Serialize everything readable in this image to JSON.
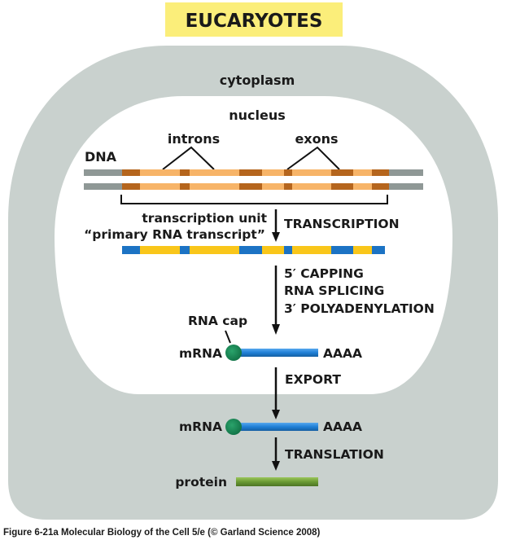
{
  "title": "EUCARYOTES",
  "compartments": {
    "cytoplasm": "cytoplasm",
    "nucleus": "nucleus"
  },
  "dna": {
    "label": "DNA",
    "introns_label": "introns",
    "exons_label": "exons",
    "transcription_unit_label": "transcription unit"
  },
  "steps": {
    "transcription": "TRANSCRIPTION",
    "processing": [
      "5′ CAPPING",
      "RNA SPLICING",
      "3′ POLYADENYLATION"
    ],
    "export": "EXPORT",
    "translation": "TRANSLATION"
  },
  "products": {
    "primary_transcript": "“primary RNA transcript”",
    "rna_cap": "RNA cap",
    "mrna_nuclear": "mRNA",
    "polya_nuclear": "AAAA",
    "mrna_cytoplasmic": "mRNA",
    "polya_cytoplasmic": "AAAA",
    "protein": "protein"
  },
  "colors": {
    "title_bg": "#fbee7a",
    "cytoplasm": "#c9d1ce",
    "nucleus": "#ffffff",
    "dna_flank": "#8f9896",
    "exon": "#b5651d",
    "intron": "#f7b468",
    "rna_exon": "#1c73c4",
    "rna_intron": "#f9c61a",
    "mrna": "#1f7fd6",
    "cap": "#158a55",
    "protein": "#6a9a34"
  },
  "caption": "Figure 6-21a  Molecular Biology of the Cell 5/e (© Garland Science 2008)"
}
